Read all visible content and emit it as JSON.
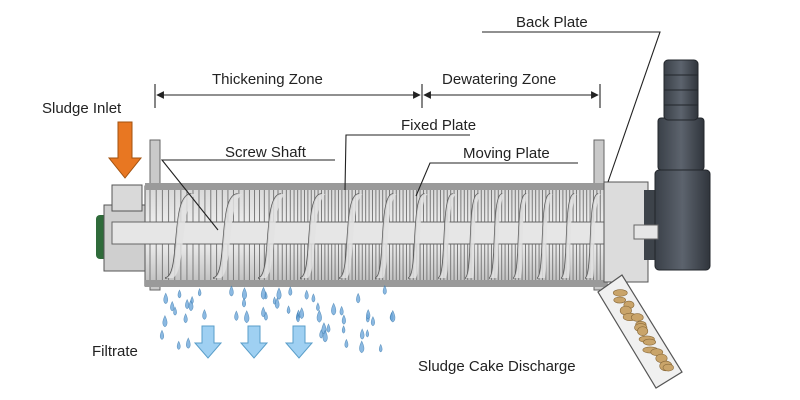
{
  "labels": {
    "back_plate": "Back Plate",
    "thickening_zone": "Thickening Zone",
    "dewatering_zone": "Dewatering Zone",
    "sludge_inlet": "Sludge Inlet",
    "fixed_plate": "Fixed Plate",
    "screw_shaft": "Screw Shaft",
    "moving_plate": "Moving Plate",
    "filtrate": "Filtrate",
    "sludge_cake_discharge": "Sludge Cake Discharge"
  },
  "colors": {
    "inlet_arrow": "#e87722",
    "filtrate_arrow": "#9fd0f2",
    "droplet": "#6fa8dc",
    "motor": "#4e5560",
    "motor_dark": "#2f343b",
    "shaft": "#e2e2e2",
    "frame": "#b9b9b9",
    "cake": "#c9a46a"
  }
}
